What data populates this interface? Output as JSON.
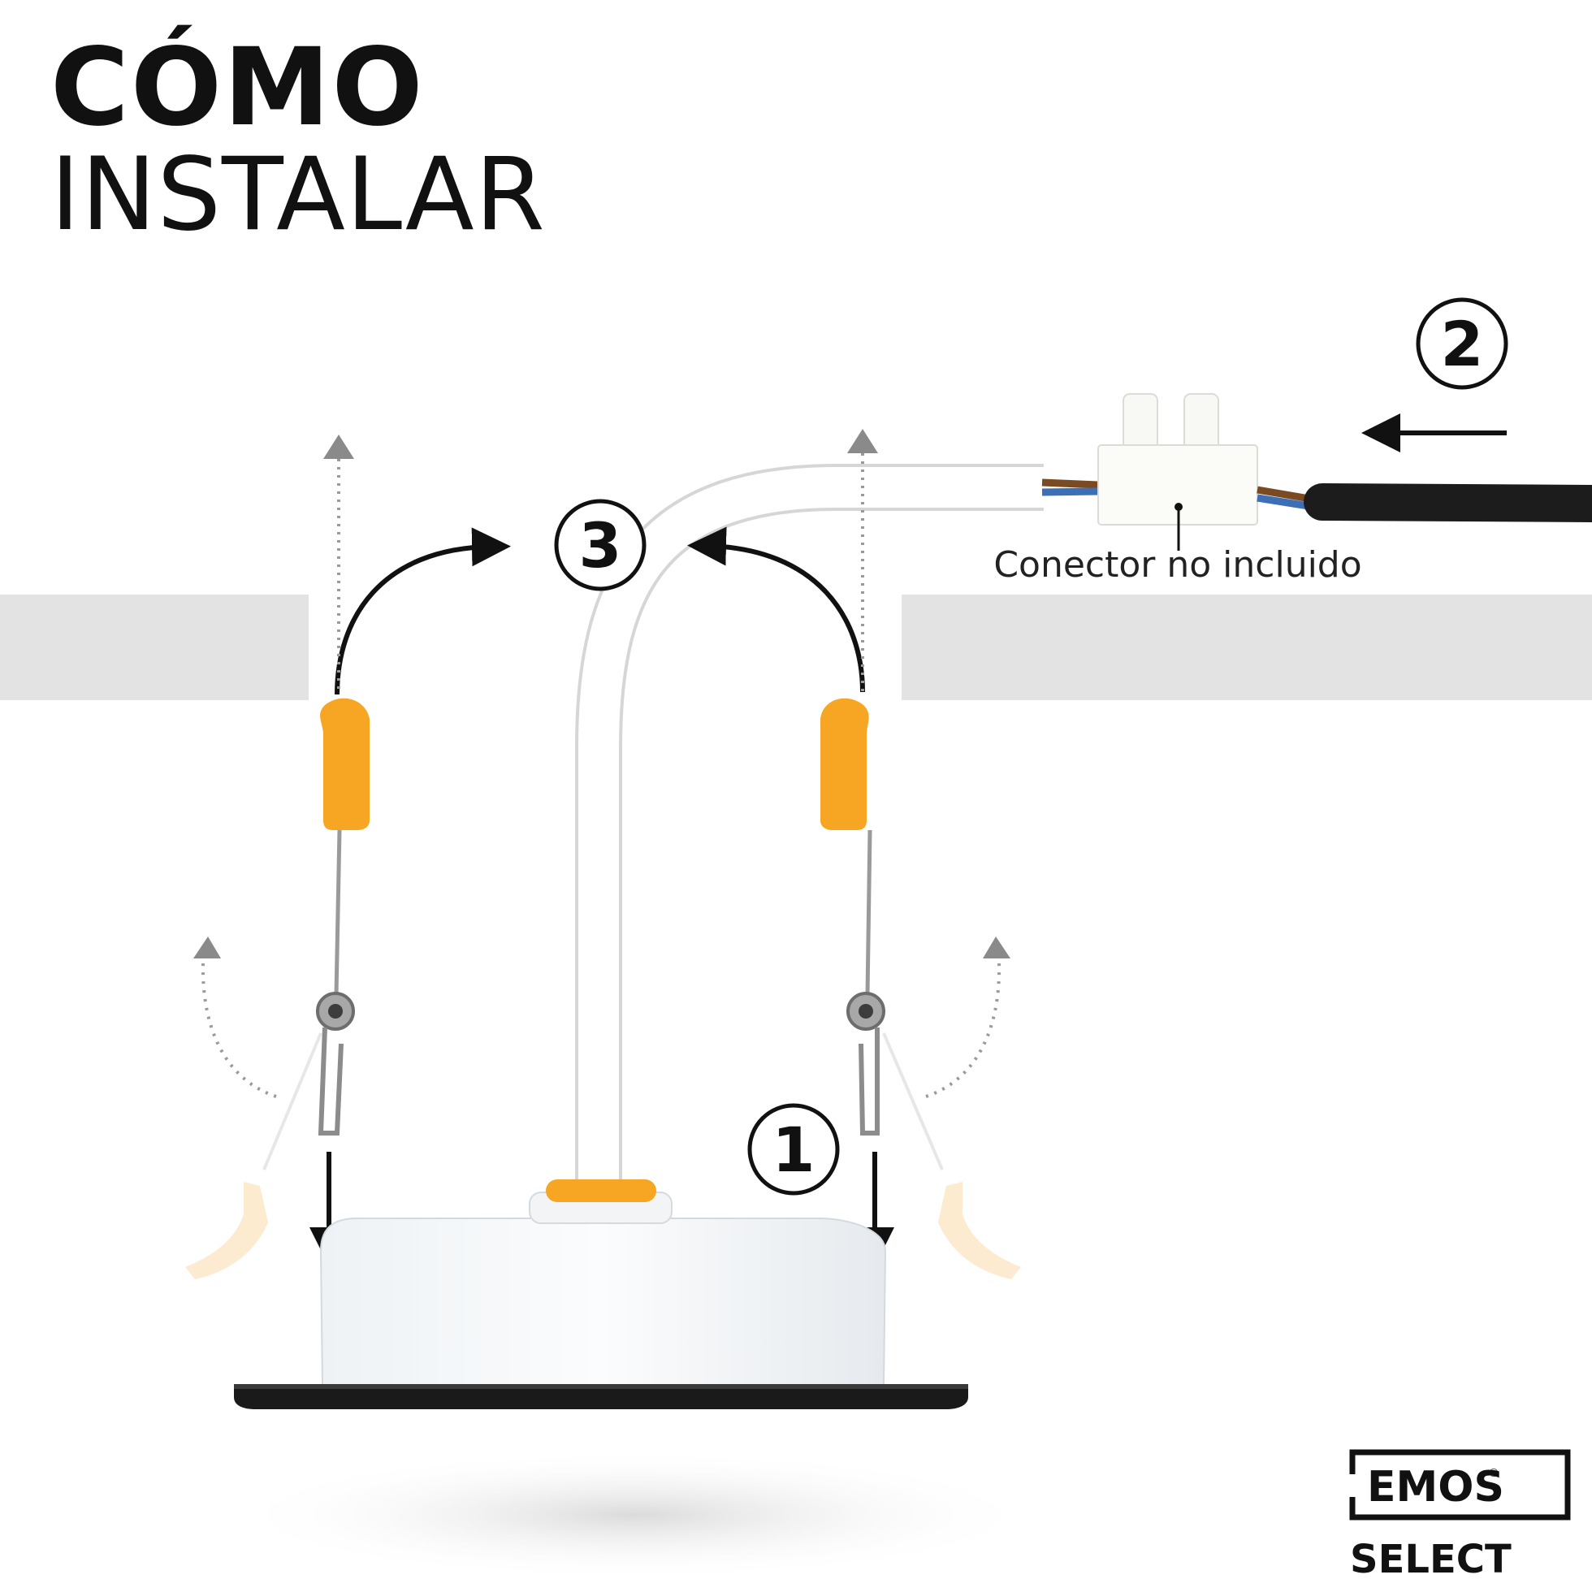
{
  "title": {
    "line1": "CÓMO",
    "line2": "INSTALAR"
  },
  "steps": {
    "one": "1",
    "two": "2",
    "three": "3"
  },
  "connector_label": "Conector no incluido",
  "logo": {
    "brand": "EMOS",
    "registered": "®",
    "sub": "SELECT"
  },
  "colors": {
    "accent": "#f5a623",
    "ceiling": "#e3e3e3",
    "ink": "#111111",
    "arrow_grey": "#8a8a8a"
  }
}
